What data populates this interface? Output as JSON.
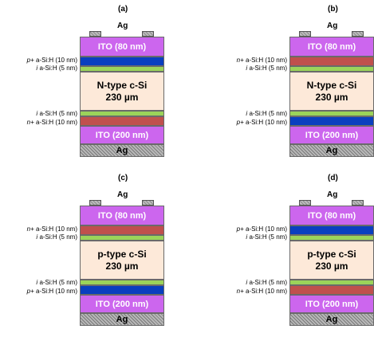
{
  "colors": {
    "ito": "#cc66ee",
    "p_doped": "#0a3fbf",
    "n_doped": "#c0504d",
    "intrinsic": "#9bd35a",
    "csi": "#fde9d9",
    "ag": "#9a9a9a",
    "contact": "#a8a8a8"
  },
  "panels": [
    {
      "label": "(a)",
      "ag_top": "Ag",
      "ito_top": "ITO (80 nm)",
      "top_doped": {
        "prefix": "p+",
        "text": "a-Si:H (10 nm)",
        "color_key": "p_doped"
      },
      "top_intrinsic": {
        "prefix": "i",
        "text": "a-Si:H (5 nm)"
      },
      "substrate": {
        "line1": "N-type c-Si",
        "line2": "230 µm"
      },
      "bottom_intrinsic": {
        "prefix": "i",
        "text": "a-Si:H (5 nm)"
      },
      "bottom_doped": {
        "prefix": "n+",
        "text": "a-Si:H (10 nm)",
        "color_key": "n_doped"
      },
      "ito_bottom": "ITO (200 nm)",
      "ag_bottom": "Ag"
    },
    {
      "label": "(b)",
      "ag_top": "Ag",
      "ito_top": "ITO (80 nm)",
      "top_doped": {
        "prefix": "n+",
        "text": "a-Si:H (10 nm)",
        "color_key": "n_doped"
      },
      "top_intrinsic": {
        "prefix": "i",
        "text": "a-Si:H (5 nm)"
      },
      "substrate": {
        "line1": "N-type c-Si",
        "line2": "230 µm"
      },
      "bottom_intrinsic": {
        "prefix": "i",
        "text": "a-Si:H (5 nm)"
      },
      "bottom_doped": {
        "prefix": "p+",
        "text": "a-Si:H (10 nm)",
        "color_key": "p_doped"
      },
      "ito_bottom": "ITO (200 nm)",
      "ag_bottom": "Ag"
    },
    {
      "label": "(c)",
      "ag_top": "Ag",
      "ito_top": "ITO (80 nm)",
      "top_doped": {
        "prefix": "n+",
        "text": "a-Si:H (10 nm)",
        "color_key": "n_doped"
      },
      "top_intrinsic": {
        "prefix": "i",
        "text": "a-Si:H (5 nm)"
      },
      "substrate": {
        "line1": "p-type c-Si",
        "line2": "230 µm"
      },
      "bottom_intrinsic": {
        "prefix": "i",
        "text": "a-Si:H (5 nm)"
      },
      "bottom_doped": {
        "prefix": "p+",
        "text": "a-Si:H (10 nm)",
        "color_key": "p_doped"
      },
      "ito_bottom": "ITO (200 nm)",
      "ag_bottom": "Ag"
    },
    {
      "label": "(d)",
      "ag_top": "Ag",
      "ito_top": "ITO (80 nm)",
      "top_doped": {
        "prefix": "p+",
        "text": "a-Si:H (10 nm)",
        "color_key": "p_doped"
      },
      "top_intrinsic": {
        "prefix": "i",
        "text": "a-Si:H (5 nm)"
      },
      "substrate": {
        "line1": "p-type c-Si",
        "line2": "230 µm"
      },
      "bottom_intrinsic": {
        "prefix": "i",
        "text": "a-Si:H (5 nm)"
      },
      "bottom_doped": {
        "prefix": "n+",
        "text": "a-Si:H (10 nm)",
        "color_key": "n_doped"
      },
      "ito_bottom": "ITO (200 nm)",
      "ag_bottom": "Ag"
    }
  ]
}
